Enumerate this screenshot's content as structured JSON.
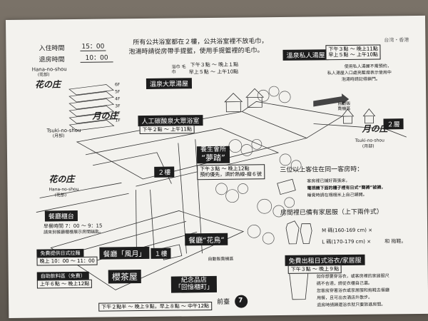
{
  "checkin": {
    "label": "入住時間",
    "time": "15：00"
  },
  "checkout": {
    "label": "退房時間",
    "time": "10：00"
  },
  "intro": {
    "line1": "所有公共浴室都在２樓，公共浴室裡不放毛巾，",
    "line2": "泡湯時請從房帶手提籃，使用手提籃裡的毛巾。"
  },
  "region": "台湾・香港",
  "hana": {
    "roman": "Hana-no-shou",
    "sub": "(花部)"
  },
  "tsuki": {
    "roman": "Tsuki-no-shou",
    "sub": "(月部)"
  },
  "floors": [
    "6F",
    "5F",
    "4F",
    "3F",
    "2F",
    "1F"
  ],
  "towel_bath": "浴巾 毛巾",
  "big_bath": {
    "title": "溫泉大眾湯屋",
    "hours1": "下午３點 ～ 晚上１點",
    "hours2": "早上５點 ～ 上午10點"
  },
  "private_bath": {
    "title": "溫泉私人湯屋",
    "hours1": "下午３點 ～ 晚上11點",
    "hours2": "早上５點 ～ 上午10點",
    "notes": [
      "使用私人湯屋不需預約，",
      "私人湯屋入口處亮藍燈表示使用中",
      "泡湯時請記得鎖門。"
    ]
  },
  "artificial": {
    "title": "人工碳酸泉大眾浴室",
    "hours": "下午２點 ～ 上午11點"
  },
  "yume": {
    "title1": "養生會所",
    "title2": "“夢踏”",
    "hours": "下午３點 ～ 晚上12點",
    "note": "預約優先，須於熱線-撥６號"
  },
  "floor2": "２樓",
  "floor1": "１樓",
  "floor2_right": "２層",
  "vending": "自動販賣機區",
  "vending2": "自動販賣機區",
  "dining_counter": {
    "title": "餐廳櫃台",
    "breakfast": "早餐時間 7：00 ～ 9：15",
    "note": "請來到餐廳櫃檯展示房間鑰匙。"
  },
  "snack": {
    "title": "免費提供日式拉麵",
    "hours": "晚上 10：00 ～ 11：00"
  },
  "drinks": {
    "title": "自助飲料區（免費）",
    "hours": "上午６點 ～ 晚上12點"
  },
  "fuugetsu": "餐廳「風月」",
  "kachou": "餐廳“花鳥”",
  "sakura": "櫻茶屋",
  "gift": {
    "title": "紀念品店",
    "name": "「回憶櫃町」"
  },
  "gift_hours": "下午２點半 ～ 晚上９點，早上８點 ～ 中午12點",
  "lobby": "前臺",
  "lobby_num": "7",
  "three_people": {
    "title": "三位以上客住在同一客房時：",
    "lines": [
      "客房裡已鋪好兩張床，",
      "電視機下面的櫃子裡有日式“簡褥”被褥，",
      "睡覺時請在榻榻米上自己鋪開。"
    ]
  },
  "room_wear": {
    "title": "房間裡已備有家居服（上下兩件式）",
    "m": "M 碼(160-169 cm) ×",
    "l": "L 碼(170-179 cm) ×",
    "slippers": "和 拖鞋。"
  },
  "yukata": {
    "title": "免費出租日式浴衣/家居服",
    "hours": "下午３點 ～ 晚上９點",
    "notes": [
      "如你想要穿浴衣，或客房裡的家居服尺",
      "碼不合適，請從衣櫃自己選。",
      "您客房穿著浴衣或家居服和拖鞋去餐廳",
      "用餐，且可出去酒店外散步。",
      "退房時請歸還浴衣就只要放進房間。"
    ]
  }
}
